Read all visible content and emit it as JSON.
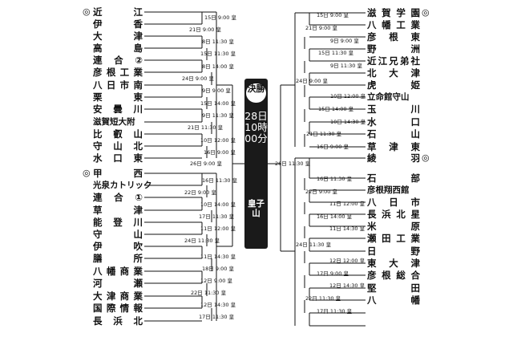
{
  "final": {
    "title": "決勝",
    "when": "28日10時00分",
    "venue": "皇子山"
  },
  "seed_mark": "◎",
  "left_teams": [
    {
      "name": "近江",
      "seed": true
    },
    {
      "name": "伊香"
    },
    {
      "name": "大津"
    },
    {
      "name": "高島"
    },
    {
      "name": "連合②"
    },
    {
      "name": "彦根工業"
    },
    {
      "name": "八日市南"
    },
    {
      "name": "栗東"
    },
    {
      "name": "安曇川"
    },
    {
      "name": "滋賀短大附",
      "tight": true
    },
    {
      "name": "比叡山"
    },
    {
      "name": "守山北"
    },
    {
      "name": "水口東"
    },
    {
      "name": "甲西",
      "seed": true
    },
    {
      "name": "光泉カトリック",
      "tight": true
    },
    {
      "name": "連合①"
    },
    {
      "name": "草津"
    },
    {
      "name": "能登川"
    },
    {
      "name": "守山"
    },
    {
      "name": "伊吹"
    },
    {
      "name": "膳所"
    },
    {
      "name": "八幡商業"
    },
    {
      "name": "河瀬"
    },
    {
      "name": "大津商業"
    },
    {
      "name": "国際情報"
    },
    {
      "name": "長浜北"
    }
  ],
  "right_teams": [
    {
      "name": "滋賀学園",
      "seed": true
    },
    {
      "name": "八幡工業"
    },
    {
      "name": "彦根東"
    },
    {
      "name": "野洲"
    },
    {
      "name": "近江兄弟社"
    },
    {
      "name": "北大津"
    },
    {
      "name": "虎姫"
    },
    {
      "name": "立命館守山",
      "tight": true
    },
    {
      "name": "玉川"
    },
    {
      "name": "水口"
    },
    {
      "name": "石山"
    },
    {
      "name": "草津東"
    },
    {
      "name": "綾羽",
      "seed": true
    },
    {
      "name": "石部"
    },
    {
      "name": "彦根翔西館",
      "tight": true
    },
    {
      "name": "八日市"
    },
    {
      "name": "長浜北星"
    },
    {
      "name": "米原"
    },
    {
      "name": "瀬田工業"
    },
    {
      "name": "日野"
    },
    {
      "name": "東大津"
    },
    {
      "name": "彦根総合"
    },
    {
      "name": "堅田"
    },
    {
      "name": "八幡"
    }
  ],
  "schedule": {
    "L": [
      {
        "id": "L1",
        "text": "15日 9:00 皇"
      },
      {
        "id": "L2",
        "text": "21日 9:00 皇"
      },
      {
        "id": "L3",
        "text": "8日 11:30 皇"
      },
      {
        "id": "L4",
        "text": "15日 11:30 皇"
      },
      {
        "id": "L5",
        "text": "8日 14:00 皇"
      },
      {
        "id": "L6",
        "text": "24日 9:00 皇"
      },
      {
        "id": "L7",
        "text": "9日 9:00 皇"
      },
      {
        "id": "L8",
        "text": "15日 14:00 皇"
      },
      {
        "id": "L9",
        "text": "9日 11:30 皇"
      },
      {
        "id": "L10",
        "text": "21日 11:30 皇"
      },
      {
        "id": "L11",
        "text": "10日 12:00 皇"
      },
      {
        "id": "L12",
        "text": "16日 9:00 皇"
      },
      {
        "id": "L13",
        "text": "26日 9:00 皇"
      },
      {
        "id": "L14",
        "text": "16日 11:30 皇"
      },
      {
        "id": "L15",
        "text": "22日 9:00 皇"
      },
      {
        "id": "L16",
        "text": "10日 14:00 皇"
      },
      {
        "id": "L17",
        "text": "17日 11:30 皇"
      },
      {
        "id": "L18",
        "text": "11日 12:00 皇"
      },
      {
        "id": "L19",
        "text": "24日 11:30 皇"
      },
      {
        "id": "L20",
        "text": "11日 14:30 皇"
      },
      {
        "id": "L21",
        "text": "18日 9:00 皇"
      },
      {
        "id": "L22",
        "text": "12日 9:00 皇"
      },
      {
        "id": "L23",
        "text": "22日 11:30 皇"
      },
      {
        "id": "L24",
        "text": "12日 14:30 皇"
      },
      {
        "id": "L25",
        "text": "17日 11:30 皇"
      }
    ],
    "R": [
      {
        "id": "R1",
        "text": "15日 9:00 皇"
      },
      {
        "id": "R2",
        "text": "21日 9:00 皇"
      },
      {
        "id": "R3",
        "text": "9日 9:00 皇"
      },
      {
        "id": "R4",
        "text": "15日 11:30 皇"
      },
      {
        "id": "R5",
        "text": "9日 11:30 皇"
      },
      {
        "id": "R6",
        "text": "24日 9:00 皇"
      },
      {
        "id": "R7",
        "text": "10日 12:00 皇"
      },
      {
        "id": "R8",
        "text": "15日 14:00 皇"
      },
      {
        "id": "R9",
        "text": "10日 14:30 皇"
      },
      {
        "id": "R10",
        "text": "21日 11:30 皇"
      },
      {
        "id": "R11",
        "text": "16日 9:00 皇"
      },
      {
        "id": "R12",
        "text": "26日 11:30 皇"
      },
      {
        "id": "R13",
        "text": "16日 11:30 皇"
      },
      {
        "id": "R14",
        "text": "22日 9:00 皇"
      },
      {
        "id": "R15",
        "text": "11日 12:00 皇"
      },
      {
        "id": "R16",
        "text": "16日 14:00 皇"
      },
      {
        "id": "R17",
        "text": "11日 14:30 皇"
      },
      {
        "id": "R18",
        "text": "24日 11:30 皇"
      },
      {
        "id": "R19",
        "text": "12日 12:00 皇"
      },
      {
        "id": "R20",
        "text": "17日 9:00 皇"
      },
      {
        "id": "R21",
        "text": "12日 14:30 皇"
      },
      {
        "id": "R22",
        "text": "22日 11:30 皇"
      },
      {
        "id": "R23",
        "text": "17日 11:30 皇"
      }
    ]
  }
}
